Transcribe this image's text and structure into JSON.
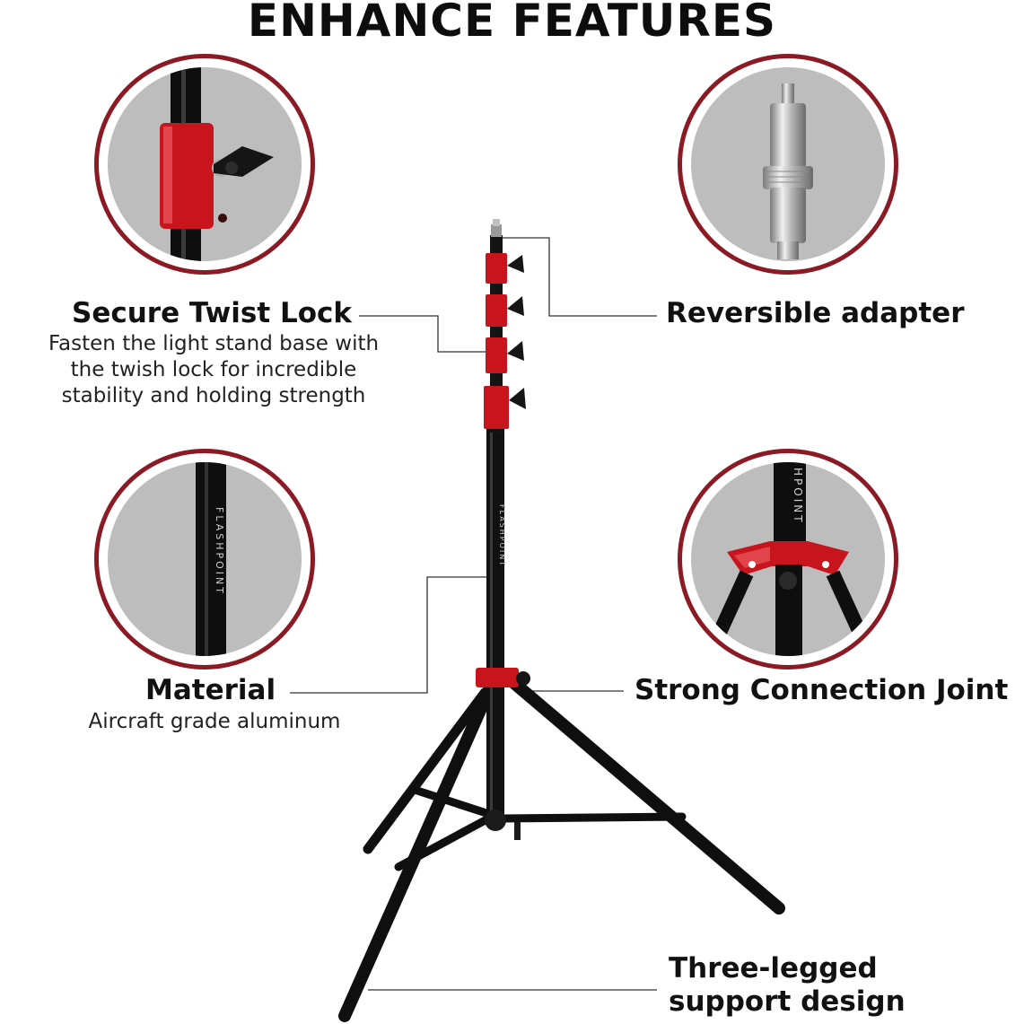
{
  "heading": "ENHANCE FEATURES",
  "features": {
    "twist_lock": {
      "title": "Secure Twist Lock",
      "description_lines": [
        "Fasten the light stand base with",
        "the twish lock for incredible",
        "stability and holding strength"
      ]
    },
    "adapter": {
      "title": "Reversible adapter"
    },
    "material": {
      "title": "Material",
      "description": "Aircraft grade aluminum"
    },
    "joint": {
      "title": "Strong Connection Joint"
    },
    "legs": {
      "title_lines": [
        "Three-legged",
        "support design"
      ]
    }
  },
  "brand": {
    "pole_text": "FLASHPOINT",
    "joint_text": "HPOINT"
  },
  "colors": {
    "accent_red": "#c8141c",
    "circle_border": "#8a1a24",
    "circle_fill": "#bdbdbd",
    "stand_black": "#111111"
  },
  "icons": [
    "twist-lock-closeup-image",
    "reversible-adapter-image",
    "aluminum-tube-image",
    "connection-joint-image",
    "light-stand-image"
  ]
}
